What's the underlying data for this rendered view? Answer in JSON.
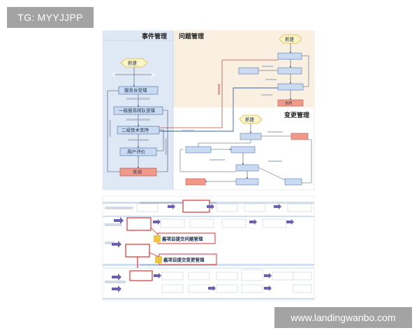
{
  "tag": "TG: MYYJJPP",
  "watermark": "www.landingwanbo.com",
  "diagram1": {
    "lane_incident": "事件管理",
    "lane_problem": "问题管理",
    "lane_change": "变更管理",
    "incident_nodes": [
      "服务台受理",
      "一级服务团队受理",
      "二级技术支持",
      "用户评价",
      "关闭"
    ],
    "new_label": "新建",
    "close_label": "关闭"
  },
  "diagram2": {
    "callout1": "酱项目提交问题管理",
    "callout2": "酱项目提交变更管理"
  },
  "colors": {
    "incident_bg": "#dfe8f5",
    "problem_bg": "#faf0e1",
    "node_fill": "#c9daf1",
    "node_stroke": "#5a7bb0",
    "close_fill": "#f29a8a",
    "start_fill": "#fbf4c8",
    "start_stroke": "#e0b63a",
    "highlight_red": "#e03030",
    "band_blue": "#cfe0f2",
    "arrow_purple": "#6a5fb0"
  }
}
